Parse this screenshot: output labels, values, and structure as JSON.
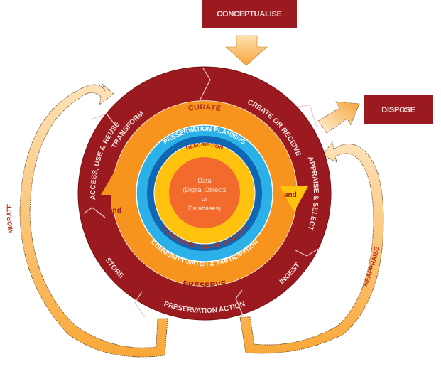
{
  "title": "Curation Lifecycle Model",
  "boxes": {
    "conceptualise": "CONCEPTUALISE",
    "dispose": "DISPOSE"
  },
  "outer_ring": {
    "actions": [
      "CREATE OR RECEIVE",
      "APPRAISE & SELECT",
      "INGEST",
      "PRESERVATION ACTION",
      "STORE",
      "ACCESS, USE & REUSE",
      "TRANSFORM"
    ]
  },
  "lifecycle_ring": {
    "top_label": "CURATE",
    "bottom_label": "PRESERVE",
    "and_left": "and",
    "and_right": "and"
  },
  "light_blue_ring": {
    "bottom_label": "COMMUNITY WATCH & PARTICIPATION"
  },
  "dark_blue_ring": {
    "top_label": "PRESERVATION PLANNING"
  },
  "description_ring": {
    "top_label": "DESCRIPTION",
    "bottom_label": "REPRESENTATION INFORMATION"
  },
  "center": {
    "lines": [
      "Data",
      "(Digital Objects",
      "or",
      "Databases)"
    ]
  },
  "loops": {
    "migrate": "MIGRATE",
    "reappraise": "REAPPRAISE"
  },
  "colors": {
    "dark_red": "#9b1a1f",
    "yellow": "#ffc20e",
    "orange": "#f7941d",
    "light_blue": "#2bb0e8",
    "dark_blue": "#1166b3",
    "center_orange": "#f26a2c",
    "arrow_light": "#fdd9a3",
    "text_red": "#b5301f"
  }
}
